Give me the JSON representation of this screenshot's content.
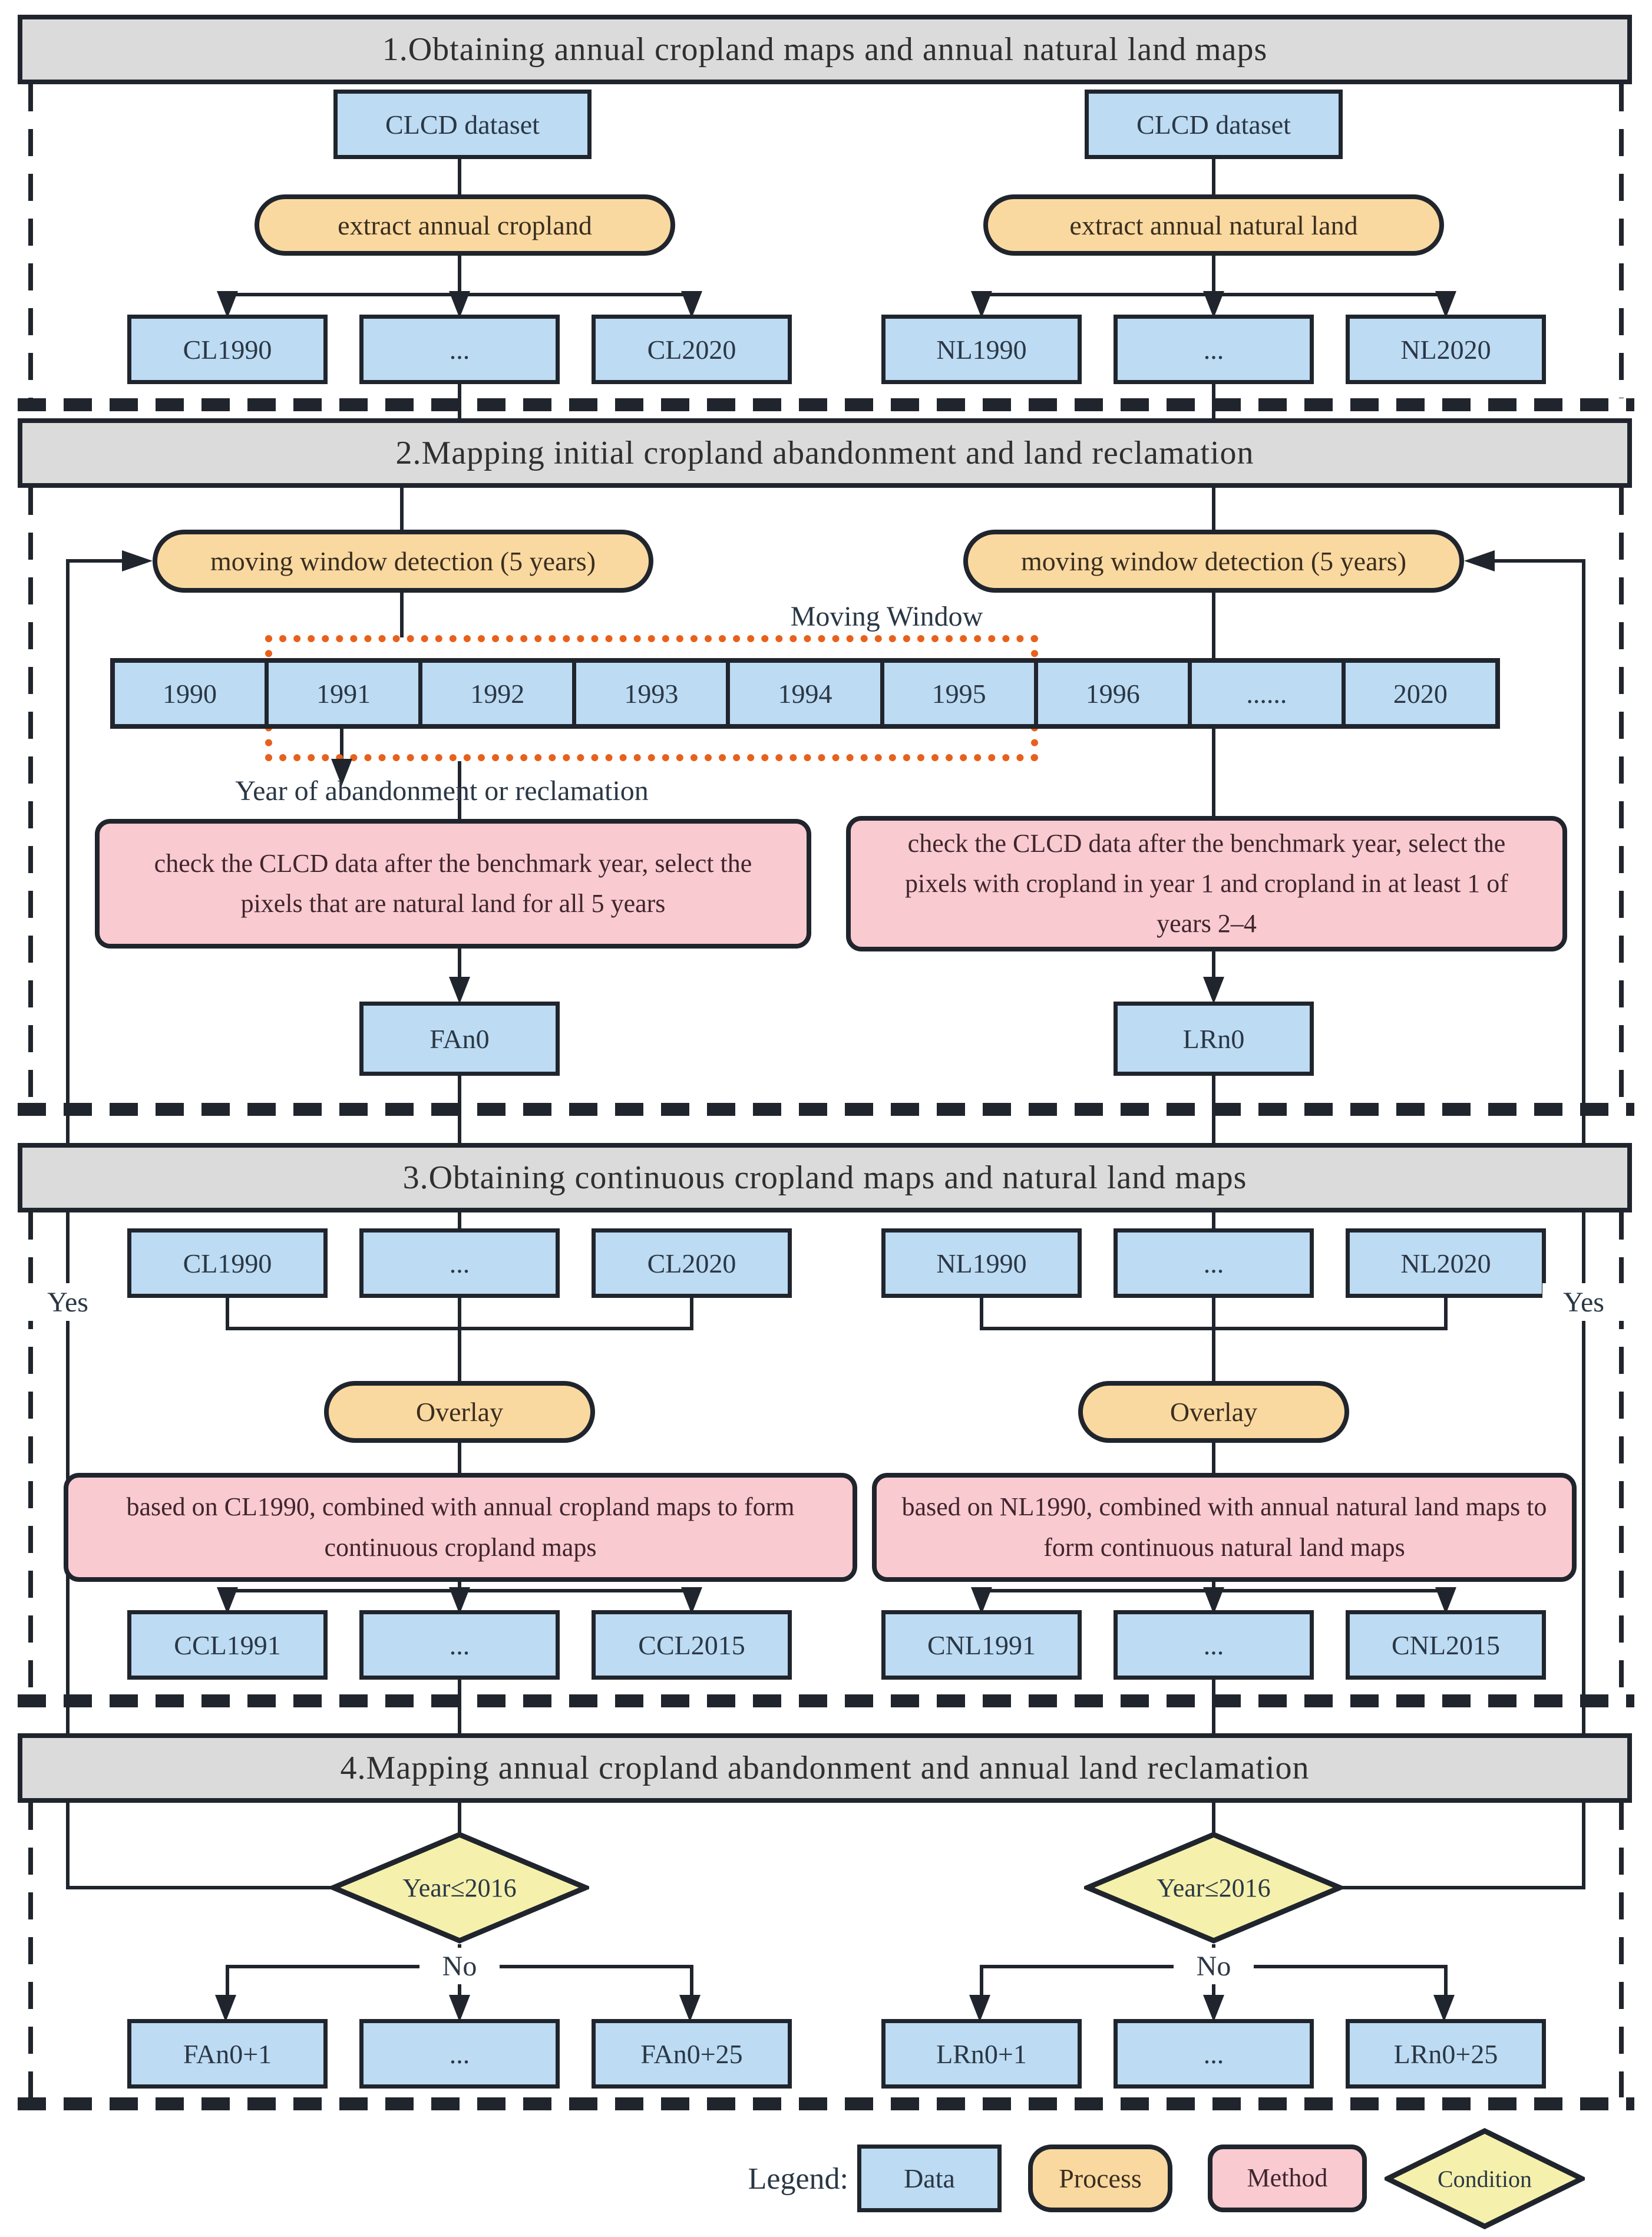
{
  "colors": {
    "data_fill": "#BDDBF2",
    "process_fill": "#FAD9A1",
    "method_fill": "#FACAD1",
    "condition_fill": "#F5F1AC",
    "header_fill": "#DBDBDB",
    "line": "#20252D",
    "dotted_orange": "#E8611C",
    "box_text": "#2A3745",
    "header_text": "#2F2F2F",
    "process_text": "#3A2E1E",
    "method_text": "#3E262C"
  },
  "section1": {
    "title": "1.Obtaining annual cropland maps and annual natural land maps",
    "clcd_left": "CLCD dataset",
    "clcd_right": "CLCD dataset",
    "extract_left": "extract annual cropland",
    "extract_right": "extract annual natural land",
    "cropland_maps": [
      "CL1990",
      "...",
      "CL2020"
    ],
    "natural_maps": [
      "NL1990",
      "...",
      "NL2020"
    ]
  },
  "section2": {
    "title": "2.Mapping initial cropland abandonment and land reclamation",
    "window_left": "moving window detection (5 years)",
    "window_right": "moving window detection (5 years)",
    "moving_window_label": "Moving Window",
    "years": [
      "1990",
      "1991",
      "1992",
      "1993",
      "1994",
      "1995",
      "1996",
      "......",
      "2020"
    ],
    "year_of_label": "Year of abandonment or reclamation",
    "method_left": "check the CLCD data after the benchmark year, select the pixels that are natural land for all 5 years",
    "method_right": "check the CLCD data after the benchmark year, select the pixels with cropland in year 1 and cropland in at least 1 of years 2–4",
    "output_left": "FAn0",
    "output_right": "LRn0"
  },
  "section3": {
    "title": "3.Obtaining continuous cropland maps and natural land maps",
    "cropland_maps": [
      "CL1990",
      "...",
      "CL2020"
    ],
    "natural_maps": [
      "NL1990",
      "...",
      "NL2020"
    ],
    "overlay_left": "Overlay",
    "overlay_right": "Overlay",
    "method_left": "based on CL1990, combined with annual cropland maps to form continuous cropland maps",
    "method_right": "based on NL1990, combined with annual natural land maps to form continuous natural land maps",
    "continuous_cropland": [
      "CCL1991",
      "...",
      "CCL2015"
    ],
    "continuous_natural": [
      "CNL1991",
      "...",
      "CNL2015"
    ]
  },
  "section4": {
    "title": "4.Mapping annual cropland abandonment and annual land reclamation",
    "condition_left": "Year≤2016",
    "condition_right": "Year≤2016",
    "yes_label": "Yes",
    "no_label": "No",
    "abandonment_maps": [
      "FAn0+1",
      "...",
      "FAn0+25"
    ],
    "reclamation_maps": [
      "LRn0+1",
      "...",
      "LRn0+25"
    ]
  },
  "legend": {
    "label": "Legend:",
    "data": "Data",
    "process": "Process",
    "method": "Method",
    "condition": "Condition"
  }
}
